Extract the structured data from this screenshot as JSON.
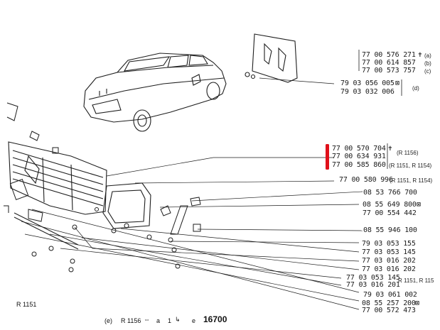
{
  "parts": {
    "p1": "77 00 576 271",
    "p1_mark": "✝",
    "p1_ref": "(a)",
    "p2": "77 00 614 857",
    "p2_ref": "(b)",
    "p3": "77 00 573 757",
    "p3_ref": "(c)",
    "p4": "79 03 056 005",
    "p4_mark": "⊠",
    "p4_ref": "(d)",
    "p5": "79 03 032 006",
    "p6": "77 00 570 704",
    "p6_mark": "✝",
    "p6_ref": "(R 1156)",
    "p7": "77 00 634 931",
    "p8": "77 00 585 860",
    "p8_ref": "(R 1151, R 1154)",
    "p9": "77 00 580 996",
    "p9_ref": "(R 1151, R 1154)",
    "p10": "08 53 766 700",
    "p11": "08 55 649 800",
    "p11_mark": "⊠",
    "p12": "77 00 554 442",
    "p13": "08 55 946 100",
    "p14": "79 03 053 155",
    "p15": "77 03 053 145",
    "p16": "77 03 016 202",
    "p17": "77 03 016 202",
    "p18": "77 03 053 145",
    "p18_ref": "R 1151, R 115",
    "p19": "77 03 016 201",
    "p20": "79 03 061 002",
    "p21": "08 55 257 200",
    "p21_mark": "⊠",
    "p22": "77 00 572 473"
  },
  "footer": {
    "left_ref": "R 1151",
    "e_label": "(e)",
    "model": "R 1156",
    "sym_a": "a",
    "one": "1",
    "sym_e": "e",
    "code": "16700"
  },
  "highlight_color": "#e0101a"
}
